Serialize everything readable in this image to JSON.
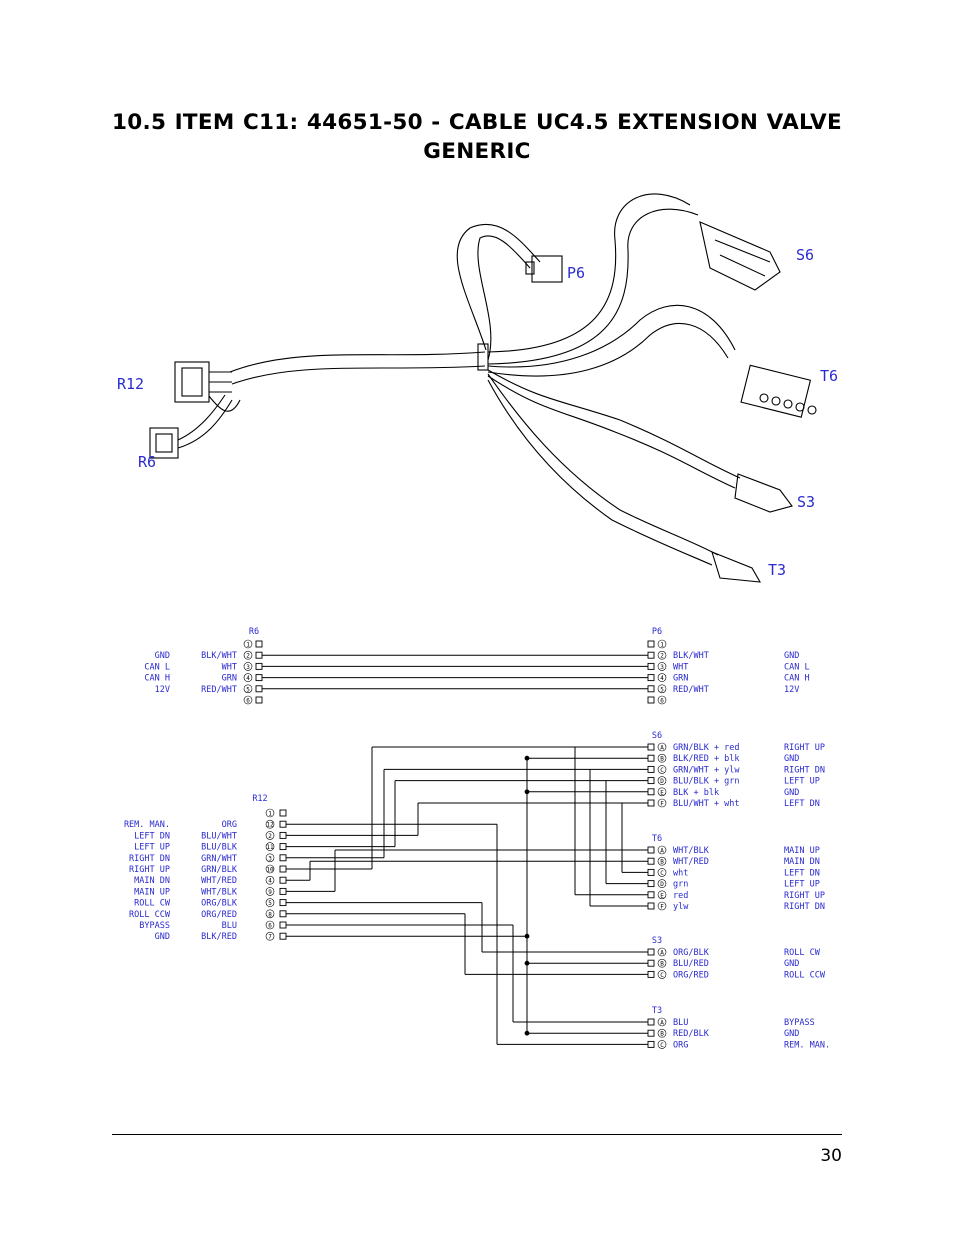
{
  "title": {
    "line1_words": [
      "10.5",
      "ITEM",
      "C11:",
      "44651-50",
      "-",
      "CABLE",
      "UC4.5",
      "EXTENSION",
      "VALVE"
    ],
    "line2": "GENERIC"
  },
  "page_number": "30",
  "harness_labels": {
    "R12": "R12",
    "R6": "R6",
    "P6": "P6",
    "S6": "S6",
    "T6": "T6",
    "S3": "S3",
    "T3": "T3"
  },
  "schematic": {
    "R6": {
      "name": "R6",
      "pins": [
        {
          "pin": "1",
          "func": "",
          "color": ""
        },
        {
          "pin": "2",
          "func": "GND",
          "color": "BLK/WHT"
        },
        {
          "pin": "3",
          "func": "CAN L",
          "color": "WHT"
        },
        {
          "pin": "4",
          "func": "CAN H",
          "color": "GRN"
        },
        {
          "pin": "5",
          "func": "12V",
          "color": "RED/WHT"
        },
        {
          "pin": "6",
          "func": "",
          "color": ""
        }
      ]
    },
    "P6": {
      "name": "P6",
      "pins": [
        {
          "pin": "1",
          "func": "",
          "color": ""
        },
        {
          "pin": "2",
          "func": "GND",
          "color": "BLK/WHT"
        },
        {
          "pin": "3",
          "func": "CAN L",
          "color": "WHT"
        },
        {
          "pin": "4",
          "func": "CAN H",
          "color": "GRN"
        },
        {
          "pin": "5",
          "func": "12V",
          "color": "RED/WHT"
        },
        {
          "pin": "6",
          "func": "",
          "color": ""
        }
      ]
    },
    "R12": {
      "name": "R12",
      "pins": [
        {
          "pin": "1",
          "func": "",
          "color": ""
        },
        {
          "pin": "12",
          "func": "REM. MAN.",
          "color": "ORG"
        },
        {
          "pin": "2",
          "func": "LEFT DN",
          "color": "BLU/WHT"
        },
        {
          "pin": "11",
          "func": "LEFT UP",
          "color": "BLU/BLK"
        },
        {
          "pin": "3",
          "func": "RIGHT DN",
          "color": "GRN/WHT"
        },
        {
          "pin": "10",
          "func": "RIGHT UP",
          "color": "GRN/BLK"
        },
        {
          "pin": "4",
          "func": "MAIN DN",
          "color": "WHT/RED"
        },
        {
          "pin": "9",
          "func": "MAIN UP",
          "color": "WHT/BLK"
        },
        {
          "pin": "5",
          "func": "ROLL CW",
          "color": "ORG/BLK"
        },
        {
          "pin": "8",
          "func": "ROLL CCW",
          "color": "ORG/RED"
        },
        {
          "pin": "6",
          "func": "BYPASS",
          "color": "BLU"
        },
        {
          "pin": "7",
          "func": "GND",
          "color": "BLK/RED"
        }
      ]
    },
    "S6": {
      "name": "S6",
      "pins": [
        {
          "pin": "A",
          "color": "GRN/BLK + red",
          "func": "RIGHT UP"
        },
        {
          "pin": "B",
          "color": "BLK/RED + blk",
          "func": "GND"
        },
        {
          "pin": "C",
          "color": "GRN/WHT + ylw",
          "func": "RIGHT DN"
        },
        {
          "pin": "D",
          "color": "BLU/BLK + grn",
          "func": "LEFT UP"
        },
        {
          "pin": "E",
          "color": "BLK + blk",
          "func": "GND"
        },
        {
          "pin": "F",
          "color": "BLU/WHT + wht",
          "func": "LEFT DN"
        }
      ]
    },
    "T6": {
      "name": "T6",
      "pins": [
        {
          "pin": "A",
          "color": "WHT/BLK",
          "func": "MAIN UP"
        },
        {
          "pin": "B",
          "color": "WHT/RED",
          "func": "MAIN DN"
        },
        {
          "pin": "C",
          "color": "wht",
          "func": "LEFT DN"
        },
        {
          "pin": "D",
          "color": "grn",
          "func": "LEFT UP"
        },
        {
          "pin": "E",
          "color": "red",
          "func": "RIGHT UP"
        },
        {
          "pin": "F",
          "color": "ylw",
          "func": "RIGHT DN"
        }
      ]
    },
    "S3": {
      "name": "S3",
      "pins": [
        {
          "pin": "A",
          "color": "ORG/BLK",
          "func": "ROLL CW"
        },
        {
          "pin": "B",
          "color": "BLU/RED",
          "func": "GND"
        },
        {
          "pin": "C",
          "color": "ORG/RED",
          "func": "ROLL CCW"
        }
      ]
    },
    "T3": {
      "name": "T3",
      "pins": [
        {
          "pin": "A",
          "color": "BLU",
          "func": "BYPASS"
        },
        {
          "pin": "B",
          "color": "RED/BLK",
          "func": "GND"
        },
        {
          "pin": "C",
          "color": "ORG",
          "func": "REM. MAN."
        }
      ]
    }
  },
  "colors": {
    "text": "#000000",
    "diagram_label": "#2a2ad0",
    "line": "#000000"
  }
}
